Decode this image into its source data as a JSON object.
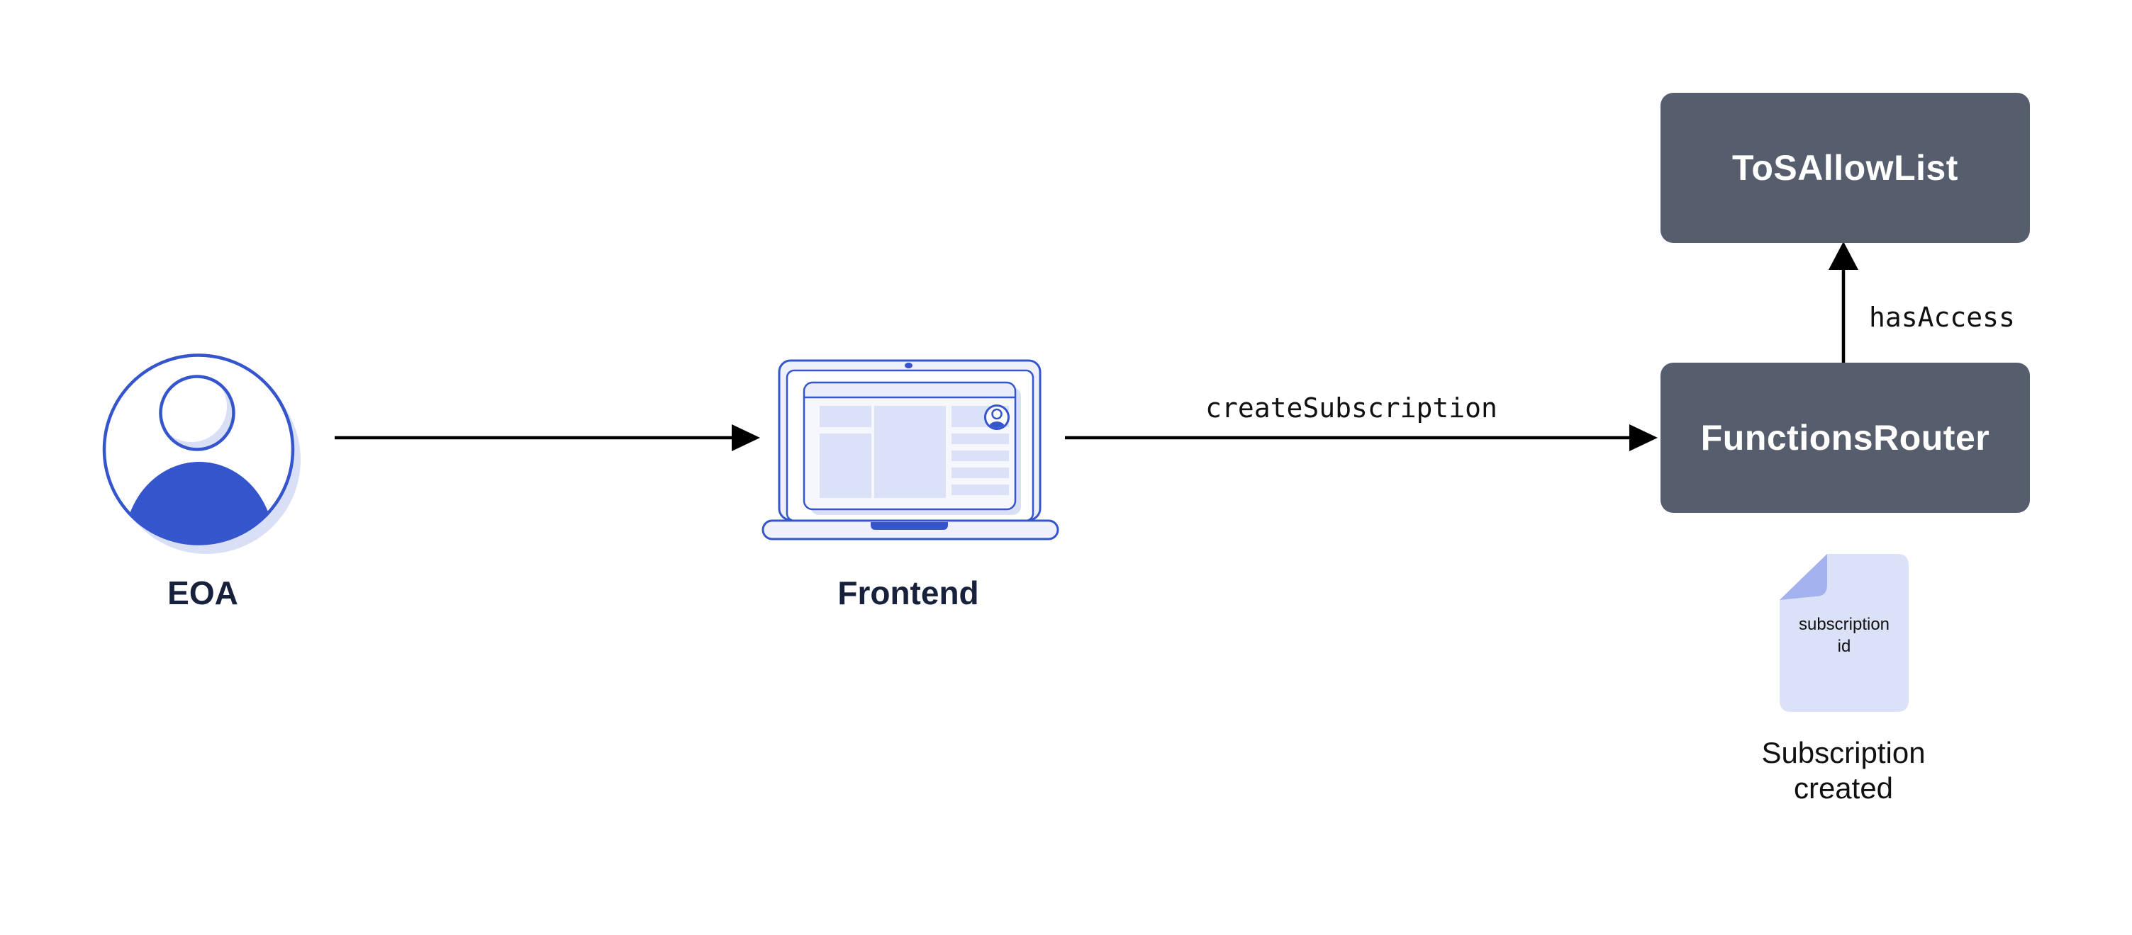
{
  "diagram": {
    "nodes": {
      "eoa": {
        "label": "EOA",
        "icon": "user-avatar-icon"
      },
      "frontend": {
        "label": "Frontend",
        "icon": "laptop-icon"
      },
      "functions_router": {
        "label": "FunctionsRouter"
      },
      "tos_allow_list": {
        "label": "ToSAllowList"
      },
      "subscription": {
        "icon": "document-icon",
        "document_text": [
          "subscription",
          "id"
        ],
        "caption": [
          "Subscription",
          "created"
        ]
      }
    },
    "edges": {
      "frontend_to_functions_router": {
        "label": "createSubscription"
      },
      "functions_router_to_tos_allow_list": {
        "label": "hasAccess"
      }
    }
  },
  "colors": {
    "accent_blue": "#3555CD",
    "light_lavender": "#DBE2F7",
    "pale_lavender": "#EEF1FB",
    "shadow_lavender": "#D9E0F5",
    "header_lavender": "#E9ECFA",
    "browser_body": "#F6F7FD",
    "fold_lavender": "#A3B2EE",
    "box_dark": "#565D6D",
    "label_navy": "#17213C",
    "text_black": "#111111",
    "arrow_black": "#000000",
    "white": "#FFFFFF"
  }
}
